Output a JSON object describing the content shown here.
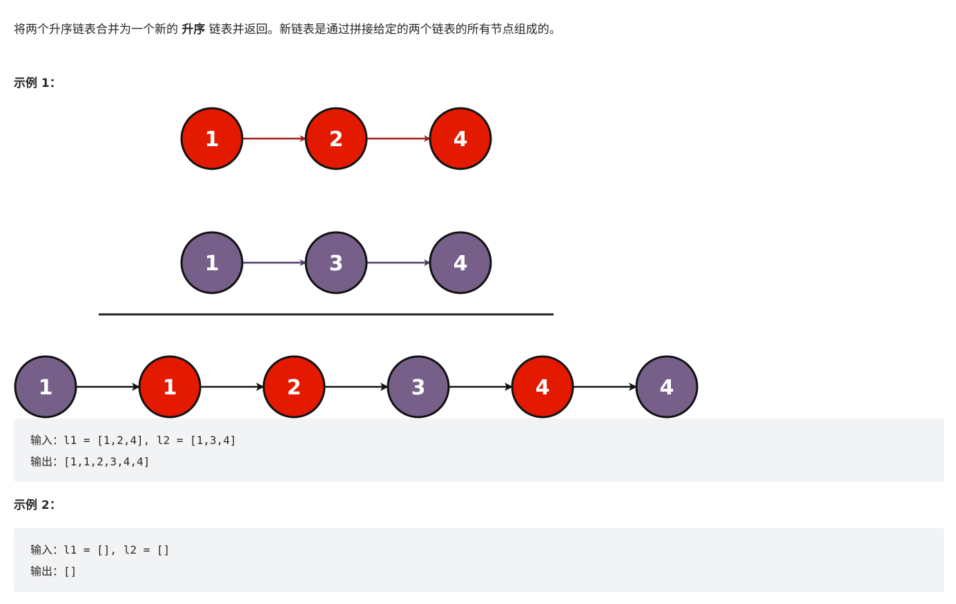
{
  "description": {
    "before": "将两个升序链表合并为一个新的 ",
    "emphasis": "升序",
    "after": " 链表并返回。新链表是通过拼接给定的两个链表的所有节点组成的。"
  },
  "example1": {
    "heading": "示例 1：",
    "diagram": {
      "colors": {
        "list1_node": "#e41a00",
        "list1_arrow": "#a11b1b",
        "list2_node": "#76608a",
        "list2_arrow": "#4d3a6b",
        "merged_arrow": "#111111",
        "outline": "#111111",
        "label": "#ffffff"
      },
      "list1": [
        "1",
        "2",
        "4"
      ],
      "list2": [
        "1",
        "3",
        "4"
      ],
      "merged": [
        {
          "value": "1",
          "source": "list2"
        },
        {
          "value": "1",
          "source": "list1"
        },
        {
          "value": "2",
          "source": "list1"
        },
        {
          "value": "3",
          "source": "list2"
        },
        {
          "value": "4",
          "source": "list1"
        },
        {
          "value": "4",
          "source": "list2"
        }
      ]
    },
    "input": "输入：l1 = [1,2,4], l2 = [1,3,4]",
    "output": "输出：[1,1,2,3,4,4]"
  },
  "example2": {
    "heading": "示例 2：",
    "input": "输入：l1 = [], l2 = []",
    "output": "输出：[]"
  }
}
